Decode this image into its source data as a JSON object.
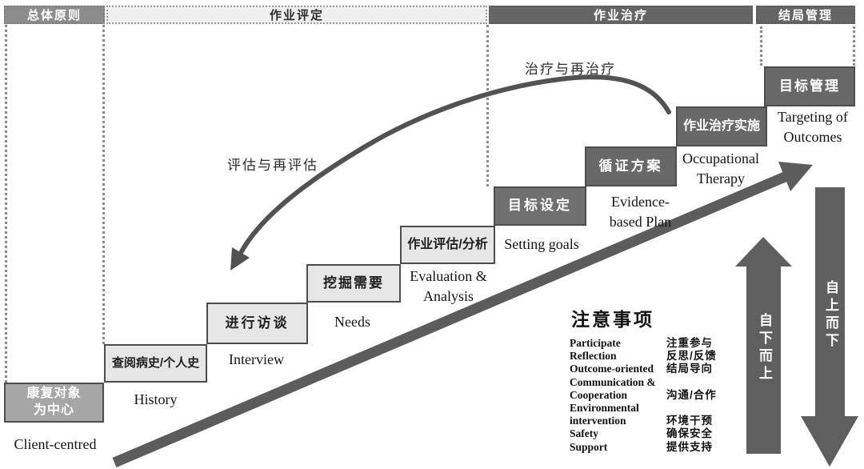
{
  "phases": [
    {
      "label": "总体原则"
    },
    {
      "label": "作业评定"
    },
    {
      "label": "作业治疗"
    },
    {
      "label": "结局管理"
    }
  ],
  "steps": [
    {
      "zh": "康复对象\n为中心",
      "en": "Client-centred"
    },
    {
      "zh": "查阅病史/个人史",
      "en": "History"
    },
    {
      "zh": "进行访谈",
      "en": "Interview"
    },
    {
      "zh": "挖掘需要",
      "en": "Needs"
    },
    {
      "zh": "作业评估/分析",
      "en": "Evaluation &\nAnalysis"
    },
    {
      "zh": "目标设定",
      "en": "Setting goals"
    },
    {
      "zh": "循证方案",
      "en": "Evidence-\nbased Plan"
    },
    {
      "zh": "作业治疗实施",
      "en": "Occupational\nTherapy"
    },
    {
      "zh": "目标管理",
      "en": "Targeting of\nOutcomes"
    }
  ],
  "loops": {
    "assessment": "评估与再评估",
    "treatment": "治疗与再治疗"
  },
  "direction_arrows": {
    "bottom_up": "自下而上",
    "top_down": "自上而下"
  },
  "notes": {
    "title": "注意事项",
    "items": [
      {
        "en": "Participate",
        "zh": "注重参与"
      },
      {
        "en": "Reflection",
        "zh": "反思/反馈"
      },
      {
        "en": "Outcome-oriented",
        "zh": "结局导向"
      },
      {
        "en": "Communication &",
        "zh": ""
      },
      {
        "en": "Cooperation",
        "zh": "沟通/合作"
      },
      {
        "en": "Environmental",
        "zh": ""
      },
      {
        "en": "intervention",
        "zh": "环境干预"
      },
      {
        "en": "Safety",
        "zh": "确保安全"
      },
      {
        "en": "Support",
        "zh": "提供支持"
      }
    ]
  },
  "colors": {
    "dark_box": "#686868",
    "medium_box": "#a6a6a6",
    "light_box": "#e6e6e6",
    "arrow": "#5c5c5c",
    "background": "#ffffff"
  }
}
